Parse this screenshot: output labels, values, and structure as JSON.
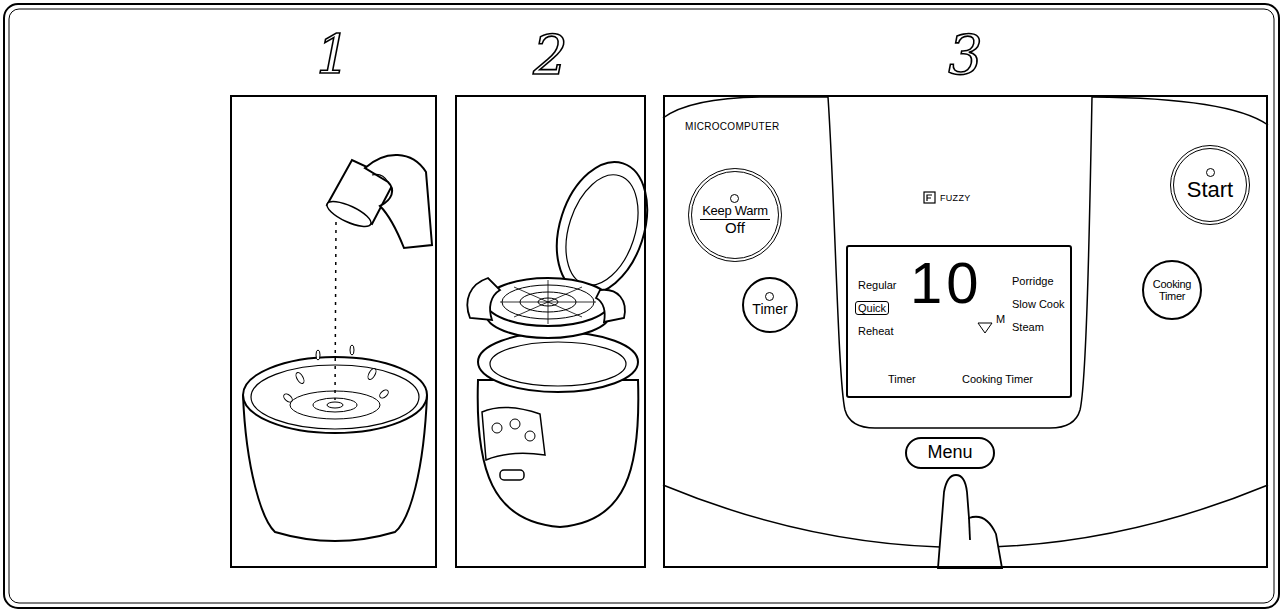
{
  "diagram": {
    "nodes": [
      {
        "text": [
          "1"
        ]
      },
      {
        "text": [
          "2"
        ]
      },
      {
        "text": [
          "3"
        ]
      },
      {
        "text": [
          "Keep Warm",
          "Off"
        ],
        "in": 2
      },
      {
        "text": [
          "Timer"
        ],
        "in": 2
      },
      {
        "text": [
          "Regular",
          "Quick",
          "Reheat",
          "10",
          "M",
          "Porridge",
          "Slow Cook",
          "Steam",
          "Timer",
          "Cooking Timer"
        ],
        "in": 2
      },
      {
        "text": [
          "Menu"
        ],
        "in": 2
      },
      {
        "text": [
          "Start"
        ],
        "in": 2
      },
      {
        "text": [
          "Cooking Timer"
        ],
        "in": 2
      }
    ],
    "labels": [
      "MICROCOMPUTER",
      "FUZZY"
    ]
  }
}
